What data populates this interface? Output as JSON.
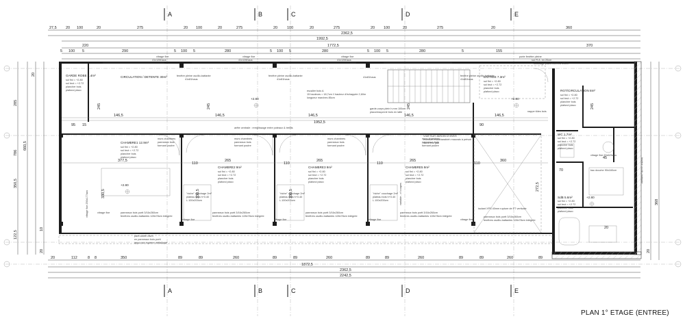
{
  "title": "PLAN 1° ETAGE (ENTREE)",
  "axes": [
    "A",
    "B",
    "C",
    "D",
    "E"
  ],
  "dimensions": {
    "top_row1": [
      "27,5",
      "20",
      "100",
      "20",
      "275",
      "20",
      "100",
      "20",
      "275",
      "20",
      "100",
      "20",
      "275",
      "20",
      "100",
      "20",
      "275",
      "20",
      "360"
    ],
    "top_total1": "2362,5",
    "top_total2": "1992,5",
    "top_row3": [
      "220",
      "1772,5",
      "370"
    ],
    "top_row4": [
      "5",
      "100",
      "5",
      "290",
      "5",
      "100",
      "5",
      "280",
      "5",
      "100",
      "5",
      "280",
      "5",
      "100",
      "5",
      "280",
      "5",
      "155"
    ],
    "bottom_row1": [
      "20",
      "112",
      "8",
      "8",
      "350",
      "89",
      "89",
      "260",
      "89",
      "89",
      "260",
      "89",
      "89",
      "260",
      "89",
      "89",
      "260",
      "89"
    ],
    "bottom_total1": "1872,5",
    "bottom_total2": "2362,5",
    "bottom_total3": "2242,5",
    "left": [
      "285",
      "660,5",
      "786",
      "350,5",
      "122,5",
      "20",
      "10",
      "20"
    ],
    "right": [
      "368",
      "20"
    ],
    "interior": [
      "146,5",
      "146,5",
      "146,5",
      "146,5",
      "146,5",
      "1952,5",
      "377,5",
      "330,5",
      "330,5",
      "330,5",
      "265",
      "265",
      "265",
      "360",
      "272,5",
      "110",
      "110",
      "110",
      "110",
      "245",
      "245",
      "245",
      "245",
      "70",
      "45",
      "95",
      "90",
      "15",
      "20"
    ]
  },
  "rooms": [
    {
      "name": "GARDE ROBE 4.4m²",
      "details": [
        "sol fini = +2.80",
        "sol brut = +2.72",
        "plancher bois",
        "plafond placo"
      ]
    },
    {
      "name": "CIRCULATION / DETENTE 30m²",
      "details": []
    },
    {
      "name": "CHAMBRE1 12.9m²",
      "details": [
        "sol fini = +2.80",
        "sol brut = +2.72",
        "plancher bois",
        "plafond placo"
      ]
    },
    {
      "name": "CHAMBRE2 9m²",
      "details": [
        "sol fini = +2.80",
        "sol brut = +2.72",
        "plancher bois",
        "plafond placo"
      ]
    },
    {
      "name": "CHAMBRE3 9m²",
      "details": [
        "sol fini = +2.80",
        "sol brut = +2.72",
        "plancher bois",
        "plafond placo"
      ]
    },
    {
      "name": "CHAMBRE5 9m²",
      "details": [
        "sol fini = +2.80",
        "sol brut = +2.72",
        "plancher bois",
        "plafond placo"
      ]
    },
    {
      "name": "ENTREE 7.3m²",
      "details": [
        "sol fini = +2.80",
        "sol brut = +2.72",
        "plancher bois",
        "plafond placo"
      ]
    },
    {
      "name": "RGT/CIRCULATION 8m²",
      "details": [
        "sol fini = +2.80",
        "sol brut = +2.72",
        "plancher bois",
        "plafond placo"
      ]
    },
    {
      "name": "WC 1.7m²",
      "details": [
        "sol fini = +2.80",
        "sol brut = +2.72",
        "plancher bois",
        "plafond placo"
      ]
    },
    {
      "name": "SdB 5.6m²",
      "details": [
        "sol fini = +2.80",
        "sol brut = +2.72",
        "plancher bois",
        "plafond placo"
      ]
    }
  ],
  "notes": {
    "vitrage_fixe": "vitrage fixe",
    "vitrage_dims": "41x126haus",
    "fenetre_pleine": "fenêtre pleine oscillo-battante",
    "fenetre_dims": "41x81haus",
    "murs_chambres": [
      "murs chambres",
      "panneaux bois",
      "formant poutre"
    ],
    "niche": [
      "\"niche\" couchage 2m²",
      "plateau bois h+0.40",
      "L.100x200cm"
    ],
    "panneaux_bois": "panneaux bois portt 3/16x260cm",
    "fenetres_coulissantes": "fenêtres oscillo-battantes 128x78cm intégrée",
    "arete": "arête centrale : remplissage entre poteaux & treillis",
    "escalier": [
      "escalier bois A",
      "15 hauteurs = 18,7cm // hauteur d'échappée 2,60m",
      "longueur marches 85cm"
    ],
    "garde_corps": [
      "garde-corps plein h.mm 100cm",
      "placo/maçonné bois en latte"
    ],
    "vide": [
      "VIDE SUR JARDIN D'HIVER",
      "éventuel moucharabieh mauvais à prévoir",
      "dans mur jaal"
    ],
    "variable": "variable - cf coupes",
    "vitrage_sdb": "vitrage fixe 20x62haus",
    "porte_fenetre": [
      "porte fenêtre pleine",
      "sur R.A. en 20cm",
      "+ doublage placo intérieur 20cm"
    ],
    "fenetre_coul": "fenêtre coulissante",
    "isolant": "isolant XPS 40mm rupture de PT verticale",
    "pare_soleil": [
      "pare-soleil i.8cm",
      "en panneaux bois portt",
      "appui sur équerre métallique"
    ],
    "appui": "vitrage fixe 250x177aus",
    "appui_right": "fenêtre oscillo-battante",
    "lave": "bac douche 90x160cm",
    "nappe": "nappe tôles bois",
    "level": "+2.80"
  }
}
